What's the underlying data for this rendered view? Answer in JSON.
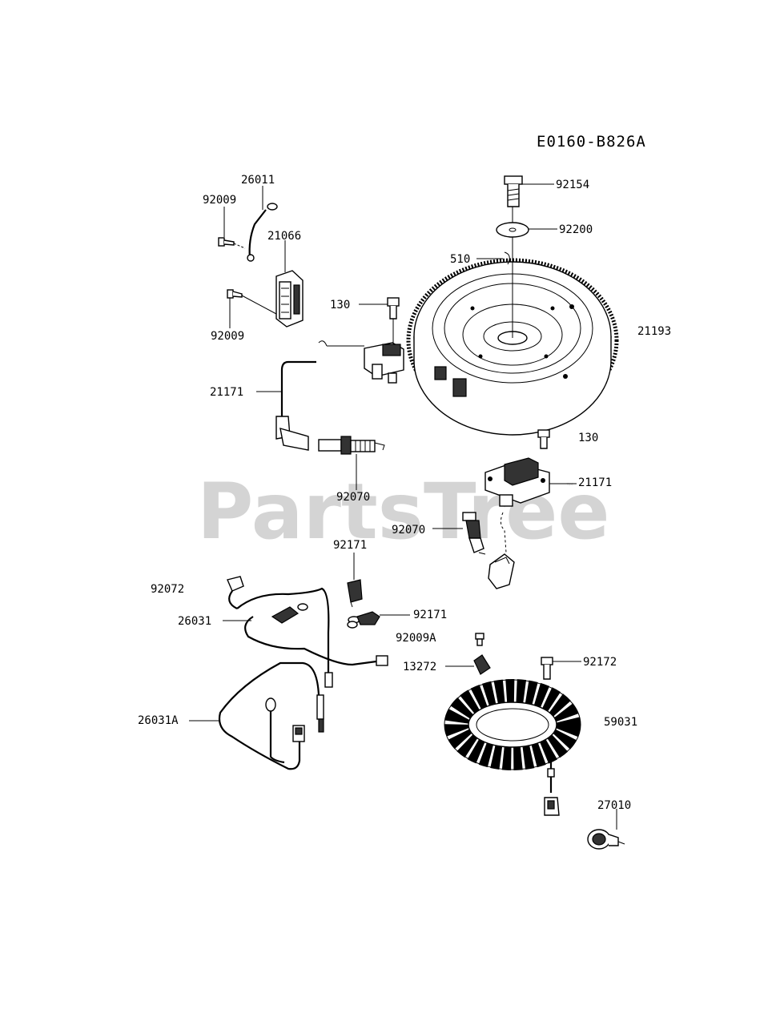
{
  "diagram": {
    "code": "E0160-B826A",
    "watermark": "PartsTree",
    "watermark_tm": "™",
    "labels": {
      "p92154": "92154",
      "p92200": "92200",
      "p510": "510",
      "p21193": "21193",
      "p26011": "26011",
      "p92009_top": "92009",
      "p21066": "21066",
      "p92009_bottom": "92009",
      "p130_top": "130",
      "p21171_left": "21171",
      "p92070_left": "92070",
      "p130_right": "130",
      "p21171_right": "21171",
      "p92070_right": "92070",
      "p92171_top": "92171",
      "p92171_right": "92171",
      "p92072": "92072",
      "p26031": "26031",
      "p92009A": "92009A",
      "p13272": "13272",
      "p92172": "92172",
      "p59031": "59031",
      "p26031A": "26031A",
      "p27010": "27010"
    }
  }
}
